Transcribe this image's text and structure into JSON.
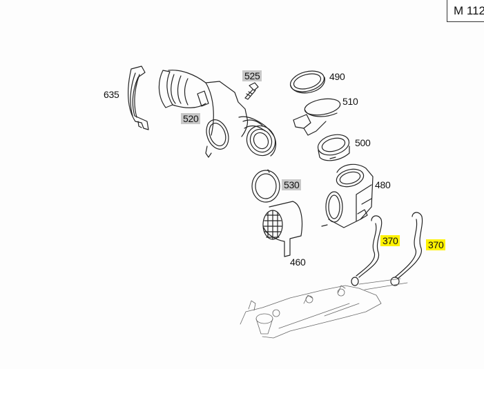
{
  "diagram": {
    "engine_code": "M 112",
    "colors": {
      "highlight_grey": "#c8c8c8",
      "highlight_yellow": "#fff200",
      "line": "#222222",
      "background": "#fdfdfd"
    },
    "callouts": [
      {
        "id": "635",
        "label": "635",
        "style": "plain",
        "part": "bracket"
      },
      {
        "id": "525",
        "label": "525",
        "style": "grey",
        "part": "bolt"
      },
      {
        "id": "520",
        "label": "520",
        "style": "grey",
        "part": "air-intake-hose"
      },
      {
        "id": "490",
        "label": "490",
        "style": "plain",
        "part": "seal-ring"
      },
      {
        "id": "510",
        "label": "510",
        "style": "plain",
        "part": "hose-clamp"
      },
      {
        "id": "500",
        "label": "500",
        "style": "plain",
        "part": "clamp-ring"
      },
      {
        "id": "480",
        "label": "480",
        "style": "plain",
        "part": "throttle-housing"
      },
      {
        "id": "530",
        "label": "530",
        "style": "grey",
        "part": "sealing-ring"
      },
      {
        "id": "460",
        "label": "460",
        "style": "plain",
        "part": "air-mass-sensor"
      },
      {
        "id": "370a",
        "label": "370",
        "style": "yellow",
        "part": "coolant-hose-left"
      },
      {
        "id": "370b",
        "label": "370",
        "style": "yellow",
        "part": "coolant-hose-right"
      }
    ]
  }
}
